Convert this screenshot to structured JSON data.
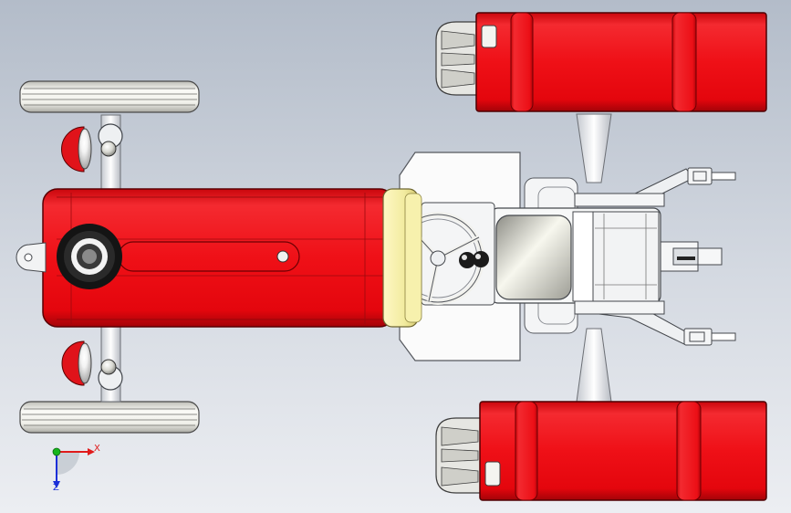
{
  "viewport": {
    "view": "top",
    "background": [
      "#b3bcc9",
      "#eceef2"
    ]
  },
  "model": {
    "name": "tractor",
    "body_color": "#e8141b",
    "accent_color": "#f2eca0",
    "tire_color": "#f2f2ee"
  },
  "triad": {
    "x_label": "X",
    "z_label": "Z",
    "x_color": "#e01b1b",
    "y_color": "#16b51c",
    "z_color": "#1b2fd8"
  }
}
